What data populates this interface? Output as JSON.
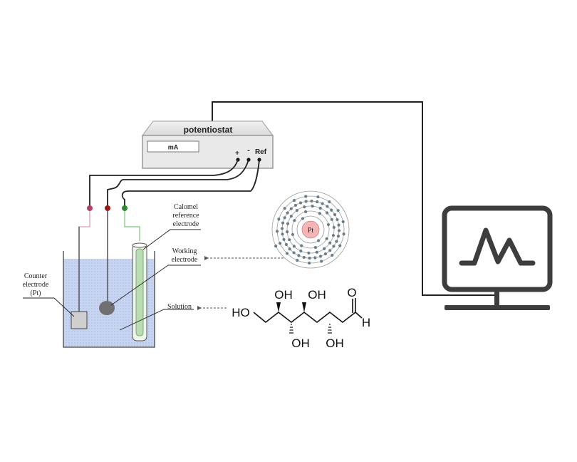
{
  "potentiostat": {
    "title": "potentiostat",
    "display_label": "mA",
    "terminal_plus": "+",
    "terminal_minus": "-",
    "terminal_ref": "Ref"
  },
  "labels": {
    "calomel_line1": "Calomel",
    "calomel_line2": "reference",
    "calomel_line3": "electrode",
    "working_line1": "Working",
    "working_line2": "electrode",
    "counter_line1": "Counter",
    "counter_line2": "electrode",
    "counter_line3": "(Pt)",
    "solution": "Solution"
  },
  "atom": {
    "symbol": "Pt"
  },
  "molecule": {
    "oh_top_1": "OH",
    "oh_top_2": "OH",
    "oh_bottom_1": "OH",
    "oh_bottom_2": "OH",
    "ho_left": "HO",
    "oxygen": "O",
    "hydrogen": "H"
  },
  "colors": {
    "wire": "#222222",
    "lead_pink": "#b2426b",
    "lead_red": "#9b1b1b",
    "lead_green": "#2f8a2f",
    "solution": "#c9d6f2",
    "atom_nucleus": "#f6b5b5",
    "monitor": "#3d3d3d"
  },
  "icons": {
    "monitor": "monitor-with-signal-peak-icon"
  }
}
